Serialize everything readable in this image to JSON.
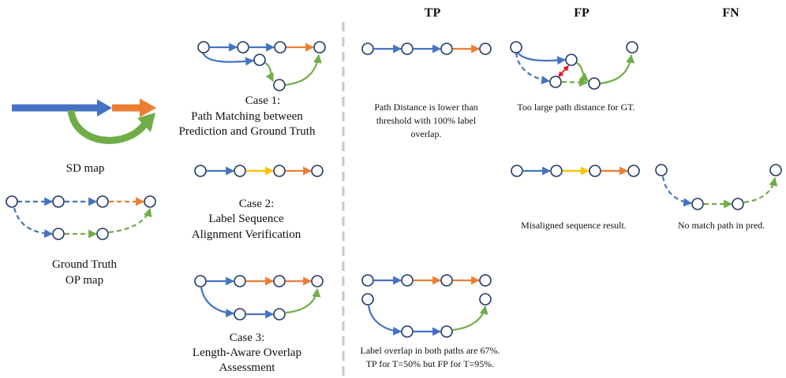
{
  "colors": {
    "blue": "#4472c4",
    "orange": "#ed7d31",
    "green": "#70ad47",
    "yellow": "#ffc000",
    "red": "#e41a1c",
    "node_stroke": "#1f3864",
    "divider": "#c8c8c8"
  },
  "left": {
    "sd_label": "SD map",
    "gt_label_line1": "Ground Truth",
    "gt_label_line2": "OP map"
  },
  "cases": [
    {
      "line1": "Case 1:",
      "line2": "Path Matching between",
      "line3": "Prediction and Ground Truth"
    },
    {
      "line1": "Case 2:",
      "line2": "Label Sequence",
      "line3": "Alignment Verification"
    },
    {
      "line1": "Case 3:",
      "line2": "Length-Aware Overlap",
      "line3": "Assessment"
    }
  ],
  "headers": {
    "tp": "TP",
    "fp": "FP",
    "fn": "FN"
  },
  "notes": {
    "case1_tp": [
      "Path Distance is lower than",
      "threshold with 100% label",
      "overlap."
    ],
    "case1_fp": "Too large path distance for GT.",
    "case2_fp": "Misaligned sequence result.",
    "case2_fn": "No match path in pred.",
    "case3_tp": [
      "Label overlap in both paths are 67%.",
      "TP for T=50% but FP for T=95%."
    ]
  }
}
